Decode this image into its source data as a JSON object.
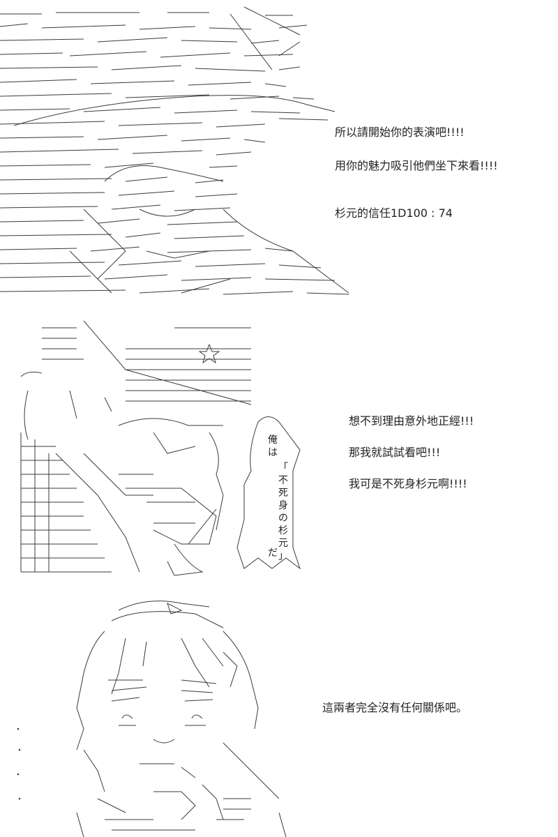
{
  "panel1": {
    "lines": [
      "所以請開始你的表演吧!!!!",
      "用你的魅力吸引他們坐下來看!!!!",
      "杉元的信任1D100 : 74"
    ]
  },
  "panel2": {
    "lines": [
      "想不到理由意外地正經!!!",
      "那我就試試看吧!!!",
      "我可是不死身杉元啊!!!!"
    ],
    "bubble_vertical": [
      "俺",
      "は",
      "「",
      "不",
      "死",
      "身",
      "の",
      "杉",
      "元",
      "」",
      "だ"
    ]
  },
  "panel3": {
    "lines": [
      "這兩者完全沒有任何關係吧。"
    ]
  }
}
